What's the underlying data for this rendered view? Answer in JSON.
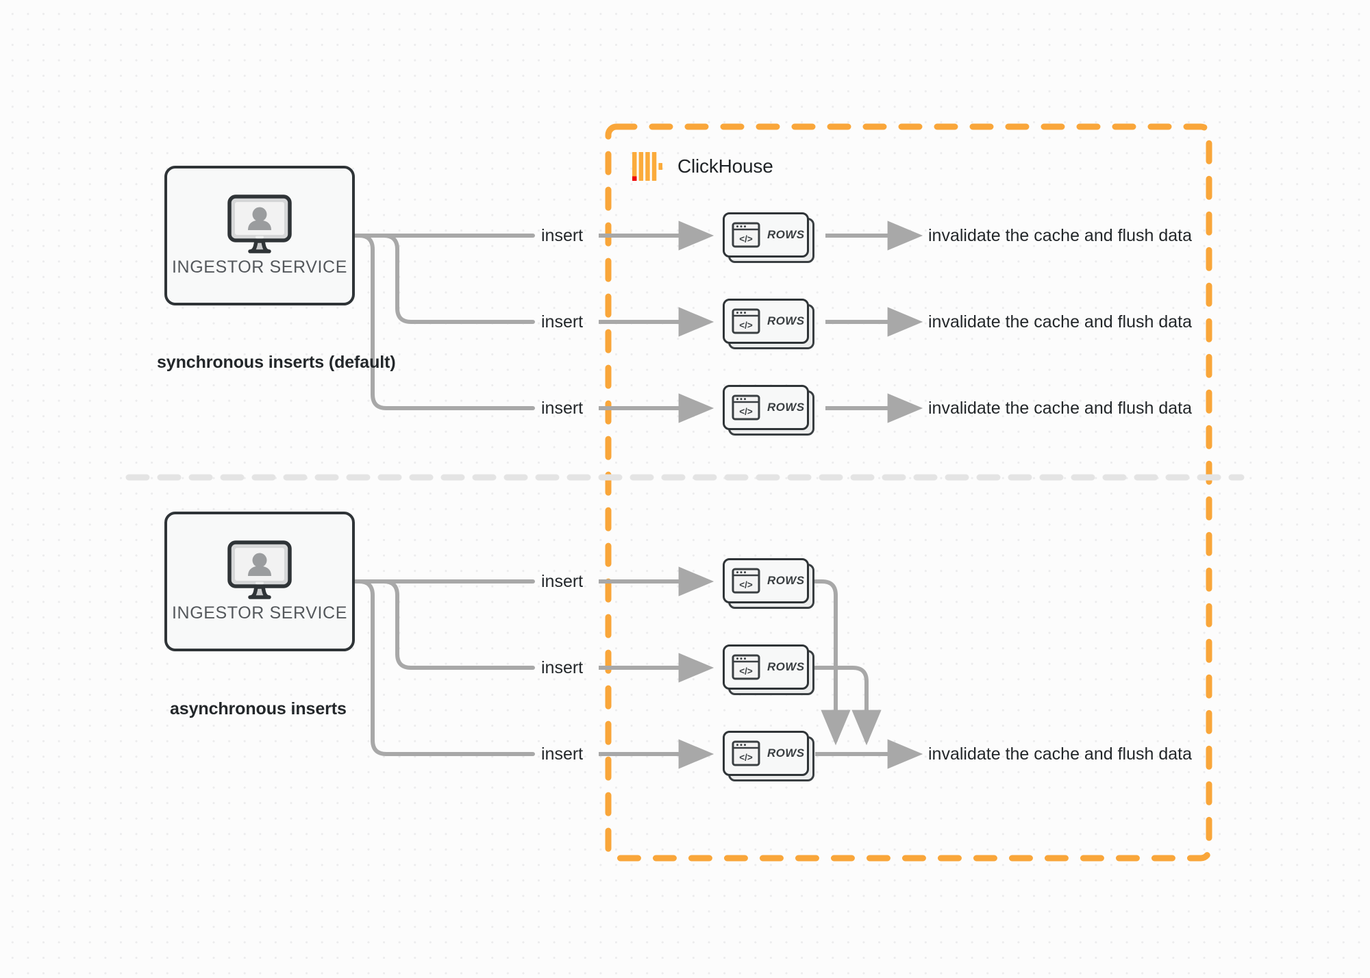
{
  "diagram": {
    "title": "ClickHouse synchronous vs asynchronous inserts",
    "background_color": "#fcfcfc",
    "grid_dot_color": "#ececed"
  },
  "boundary": {
    "name": "ClickHouse",
    "label": "ClickHouse",
    "border_color": "#f9a63a",
    "style": "dashed"
  },
  "divider": {
    "color": "#e4e4e4",
    "style": "dashed"
  },
  "sections": [
    {
      "id": "synchronous",
      "caption": "synchronous inserts (default)",
      "source": {
        "label": "INGESTOR SERVICE",
        "icon": "monitor-user-icon"
      },
      "branches": [
        {
          "edge_label": "insert",
          "node_label": "ROWS",
          "node_icon": "code-window-icon",
          "result_label": "invalidate the cache and flush data"
        },
        {
          "edge_label": "insert",
          "node_label": "ROWS",
          "node_icon": "code-window-icon",
          "result_label": "invalidate the cache and flush data"
        },
        {
          "edge_label": "insert",
          "node_label": "ROWS",
          "node_icon": "code-window-icon",
          "result_label": "invalidate the cache and flush data"
        }
      ]
    },
    {
      "id": "asynchronous",
      "caption": "asynchronous inserts",
      "source": {
        "label": "INGESTOR SERVICE",
        "icon": "monitor-user-icon"
      },
      "branches": [
        {
          "edge_label": "insert",
          "node_label": "ROWS",
          "node_icon": "code-window-icon"
        },
        {
          "edge_label": "insert",
          "node_label": "ROWS",
          "node_icon": "code-window-icon"
        },
        {
          "edge_label": "insert",
          "node_label": "ROWS",
          "node_icon": "code-window-icon"
        }
      ],
      "merged_result_label": "invalidate the cache and flush data"
    }
  ],
  "colors": {
    "node_border": "#2f3437",
    "node_fill": "#f8f9f9",
    "edge": "#a8a8a8",
    "text": "#23272a",
    "muted_text": "#54585c",
    "accent_orange": "#f9a63a",
    "logo_red": "#ef0000"
  }
}
